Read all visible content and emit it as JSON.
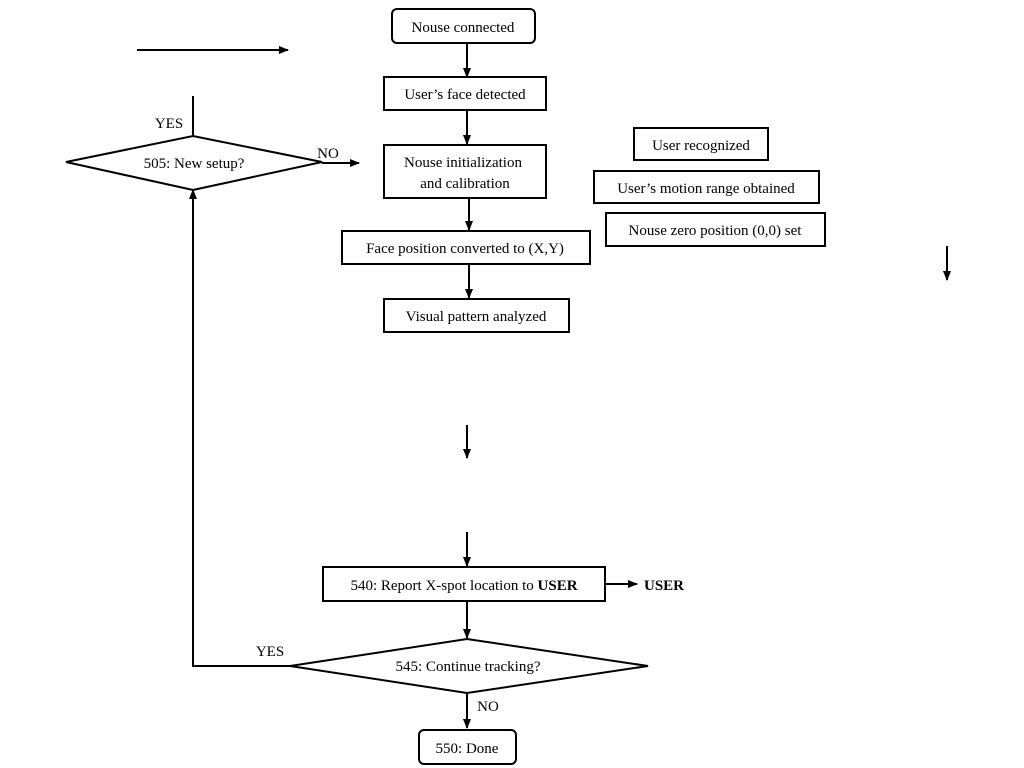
{
  "nodes": {
    "start": "Nouse connected",
    "face_detected": "User’s face detected",
    "init_line1": "Nouse initialization",
    "init_line2": "and calibration",
    "face_position": "Face position converted to (X,Y)",
    "visual_pattern": "Visual pattern analyzed",
    "user_recognized": "User recognized",
    "motion_range": "User’s motion range obtained",
    "zero_position": "Nouse zero position (0,0) set",
    "new_setup": "505: New setup?",
    "report_prefix": "540: Report X-spot location to ",
    "report_user": "USER",
    "report_target": "USER",
    "continue_tracking": "545: Continue tracking?",
    "done": "550: Done"
  },
  "labels": {
    "new_setup_yes": "YES",
    "new_setup_no": "NO",
    "continue_yes": "YES",
    "continue_no": "NO"
  }
}
